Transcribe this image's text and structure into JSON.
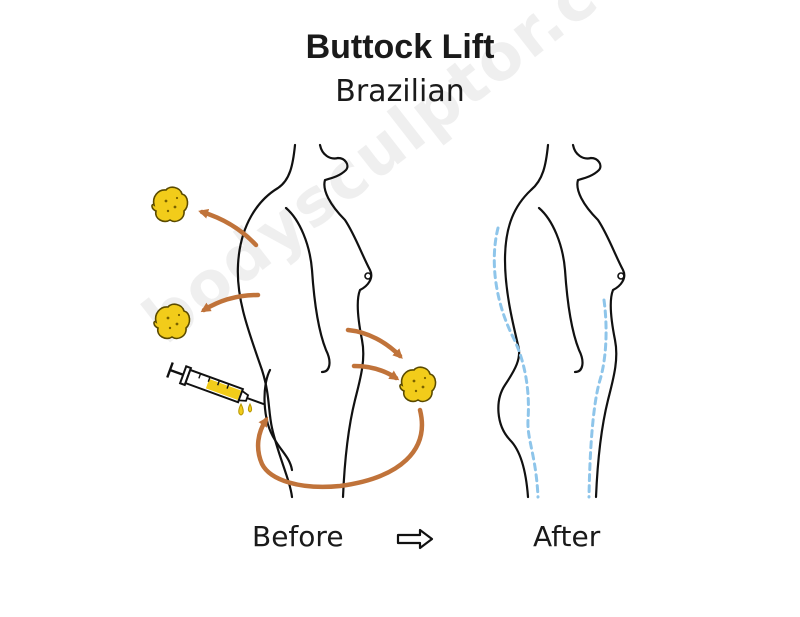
{
  "header": {
    "title": "Buttock Lift",
    "subtitle": "Brazilian"
  },
  "captions": {
    "before": "Before",
    "after": "After"
  },
  "watermark": "bodysculptor.com",
  "colors": {
    "outline": "#111111",
    "arrow": "#c0733a",
    "fat": "#f2cc1a",
    "fat_outline": "#5a4a00",
    "after_contour": "#8ec5ea",
    "syringe_fill": "#f2cc1a"
  },
  "icons": [
    "fat-cell-icon",
    "syringe-icon",
    "transfer-arrow-icon",
    "right-arrow-icon"
  ]
}
